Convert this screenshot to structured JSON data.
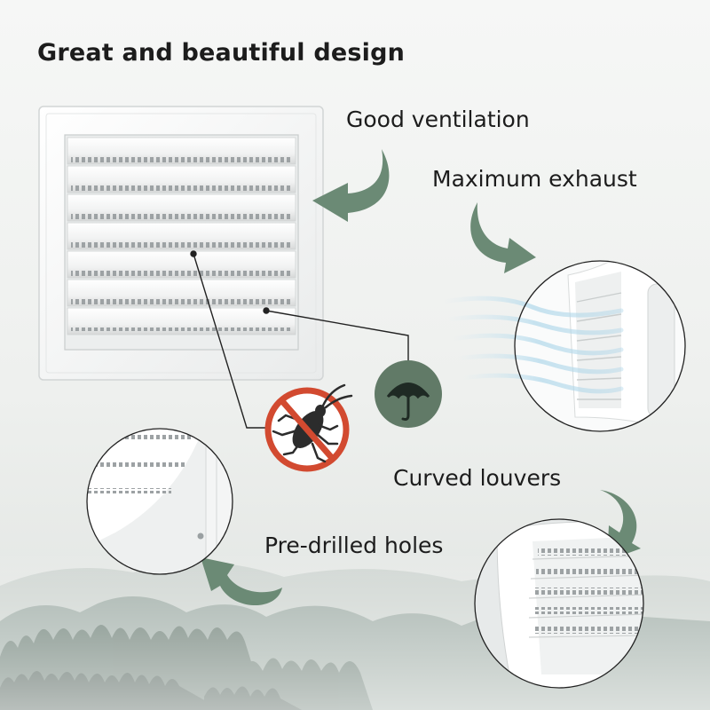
{
  "heading": "Great and beautiful design",
  "features": {
    "ventilation": "Good ventilation",
    "exhaust": "Maximum exhaust",
    "louvers": "Curved louvers",
    "holes": "Pre-drilled holes"
  },
  "icons": {
    "insect": "no-insect-icon",
    "rain": "umbrella-icon"
  },
  "colors": {
    "arrow": "#6b8a75",
    "badge": "#617a67",
    "prohibit": "#d24a30",
    "text": "#1c1c1c"
  }
}
